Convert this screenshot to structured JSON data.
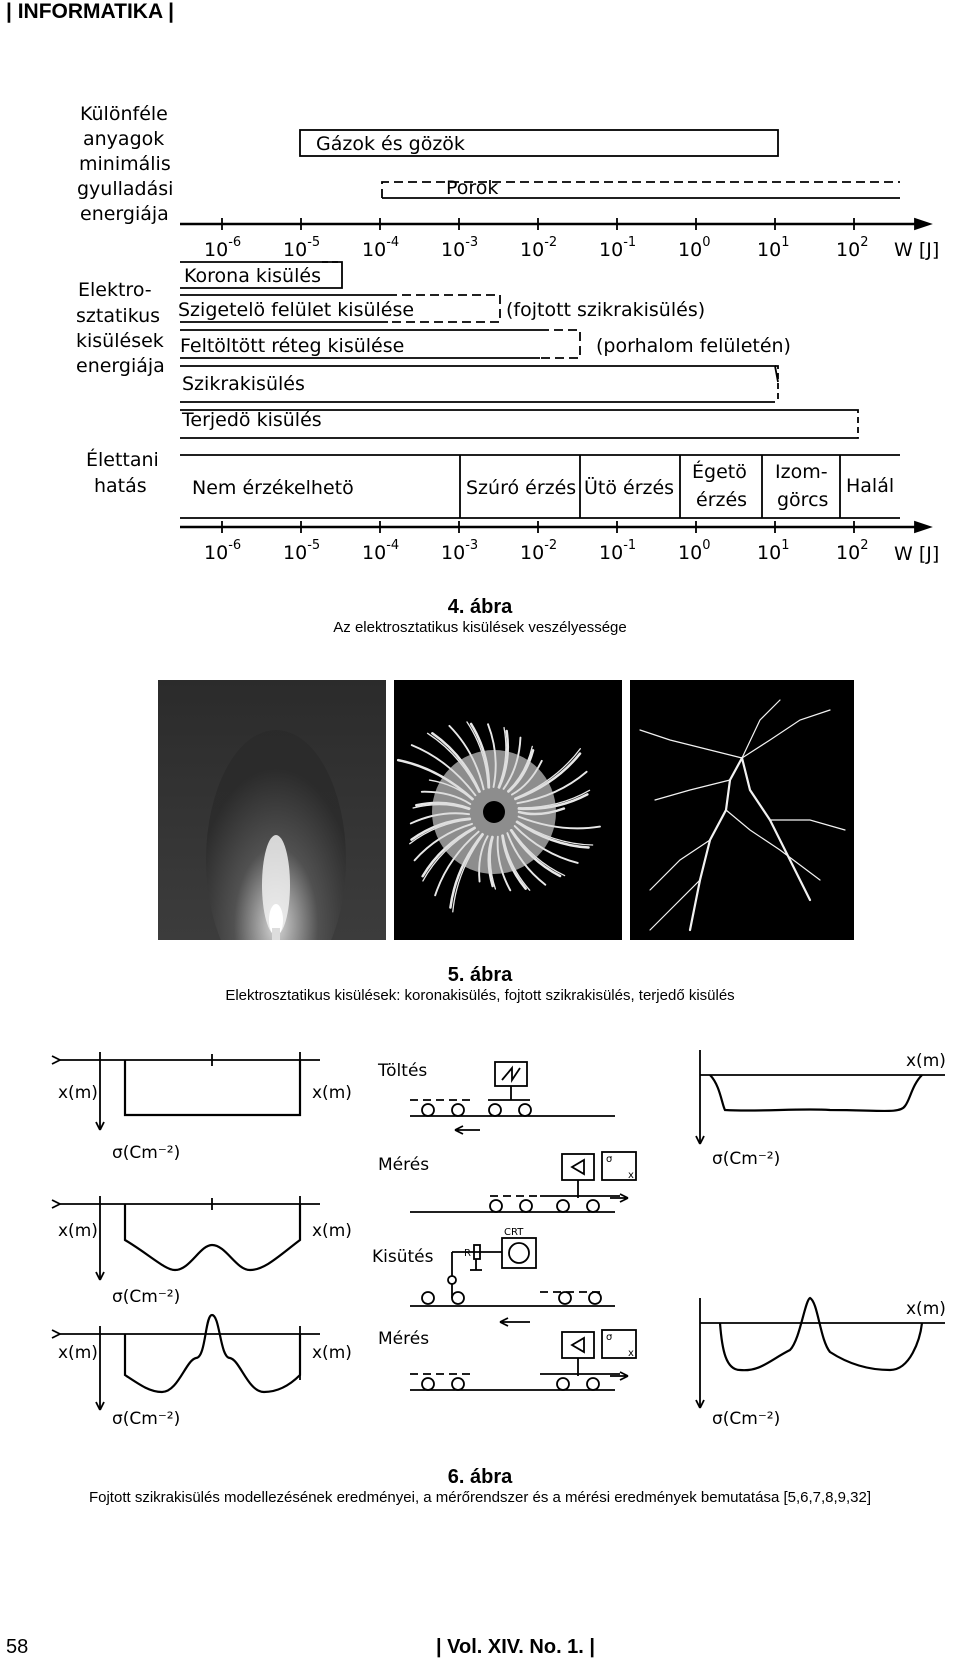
{
  "header": {
    "journal": "| INFORMATIKA |"
  },
  "figure4": {
    "left_labels": {
      "ignition": [
        "Különféle",
        "anyagok",
        "minimális",
        "gyulladási",
        "energiája"
      ],
      "electrostatic": [
        "Elektro-",
        "sztatikus",
        "kisülések",
        "energiája"
      ],
      "physiological": [
        "Élettani",
        "hatás"
      ]
    },
    "top_bars": {
      "gases": "Gázok és gözök",
      "dusts": "Porok"
    },
    "axis_ticks": [
      {
        "base": "10",
        "exp": "-6"
      },
      {
        "base": "10",
        "exp": "-5"
      },
      {
        "base": "10",
        "exp": "-4"
      },
      {
        "base": "10",
        "exp": "-3"
      },
      {
        "base": "10",
        "exp": "-2"
      },
      {
        "base": "10",
        "exp": "-1"
      },
      {
        "base": "10",
        "exp": "0"
      },
      {
        "base": "10",
        "exp": "1"
      },
      {
        "base": "10",
        "exp": "2"
      }
    ],
    "axis_unit": "W [J]",
    "discharge_bars": {
      "corona": "Korona kisülés",
      "insulator": "Szigetelö felület kisülése",
      "insulator_note": "(fojtott szikrakisülés)",
      "charged_layer": "Feltöltött réteg kisülése",
      "charged_layer_note": "(porhalom felületén)",
      "spark": "Szikrakisülés",
      "propagating": "Terjedö kisülés"
    },
    "effects": {
      "none": "Nem érzékelhetö",
      "stinging": "Szúró érzés",
      "striking": "Ütö érzés",
      "burning": [
        "Égetö",
        "érzés"
      ],
      "cramp": [
        "Izom-",
        "görcs"
      ],
      "death": "Halál"
    },
    "caption_title": "4. ábra",
    "caption_text": "Az elektrosztatikus kisülések veszélyessége"
  },
  "figure5": {
    "photos": [
      "corona-photo",
      "brush-discharge-photo",
      "propagating-discharge-photo"
    ],
    "caption_title": "5. ábra",
    "caption_text": "Elektrosztatikus kisülések: koronakisülés, fojtott szikrakisülés, terjedő kisülés"
  },
  "figure6": {
    "x_label": "x(m)",
    "sigma_label": "σ(Cm⁻²)",
    "steps": {
      "charging": "Töltés",
      "measure1": "Mérés",
      "discharge": "Kisütés",
      "measure2": "Mérés"
    },
    "component_labels": {
      "crt": "CRT",
      "resistor": "R",
      "sigma": "σ",
      "x": "x"
    },
    "caption_title": "6. ábra",
    "caption_text": "Fojtott szikrakisülés modellezésének eredményei, a mérőrendszer és a mérési eredmények bemutatása [5,6,7,8,9,32]"
  },
  "footer": {
    "page_number": "58",
    "volume": "| Vol. XIV. No. 1. |"
  }
}
